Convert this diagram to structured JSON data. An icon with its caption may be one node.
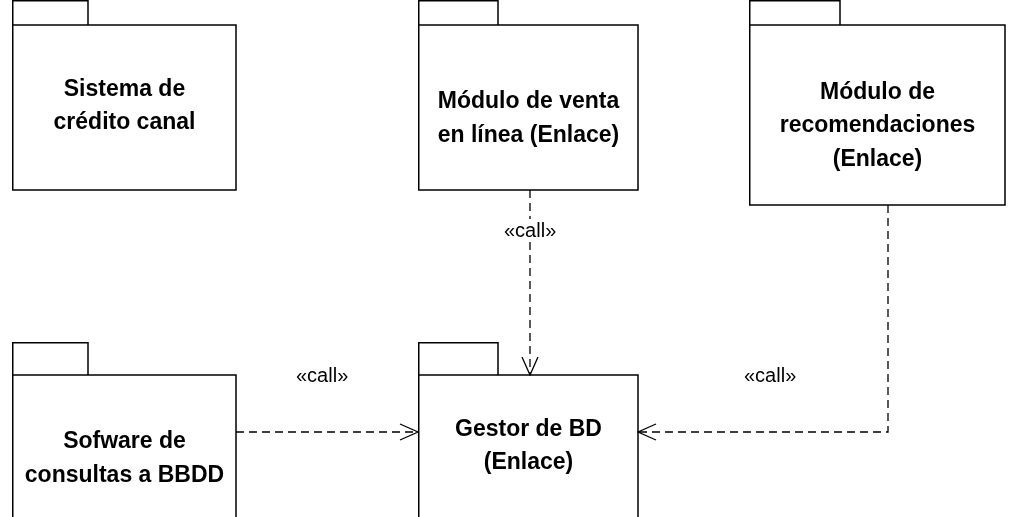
{
  "diagram": {
    "nodes": [
      {
        "text": [
          "Sistema de crédito canal"
        ]
      },
      {
        "text": [
          "Módulo de venta en línea (Enlace)"
        ]
      },
      {
        "text": [
          "Módulo de recomendaciones (Enlace)"
        ]
      },
      {
        "text": [
          "Sofware de consultas a BBDD"
        ]
      },
      {
        "text": [
          "Gestor de BD (Enlace)"
        ]
      }
    ],
    "edges": [
      {
        "from": 1,
        "to": 4,
        "arrow": "to",
        "label": "«call»",
        "style": "dashed"
      },
      {
        "from": 3,
        "to": 4,
        "arrow": "to",
        "label": "«call»",
        "style": "dashed"
      },
      {
        "from": 2,
        "to": 4,
        "arrow": "to",
        "label": "«call»",
        "style": "dashed"
      }
    ]
  }
}
